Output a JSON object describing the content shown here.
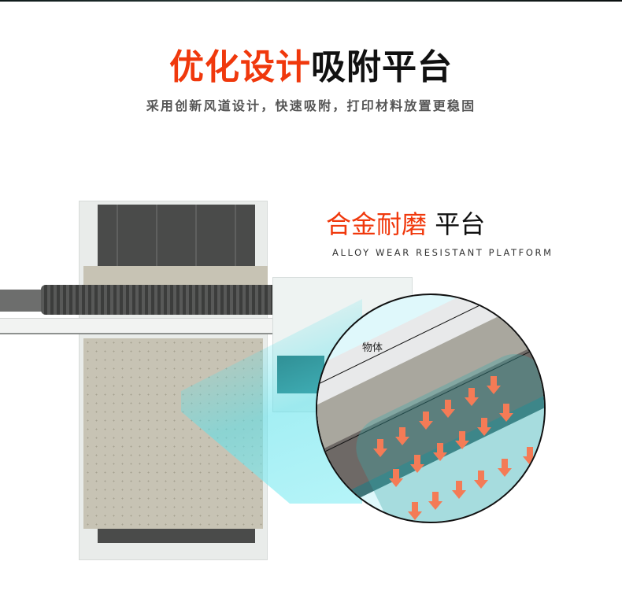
{
  "header": {
    "title_highlight": "优化设计",
    "title_rest": "吸附平台",
    "subtitle": "采用创新风道设计，快速吸附，打印材料放置更稳固"
  },
  "section": {
    "title_highlight": "合金耐磨",
    "title_rest": "平台",
    "english": "ALLOY WEAR RESISTANT PLATFORM"
  },
  "illustration": {
    "object_label": "物体",
    "arrow_icon": "airflow-down-arrow-icon",
    "colors": {
      "accent": "#f0380c",
      "arrow": "#f47b56",
      "airflow": "#5ae1eb",
      "platform": "#c7c3b4"
    }
  }
}
